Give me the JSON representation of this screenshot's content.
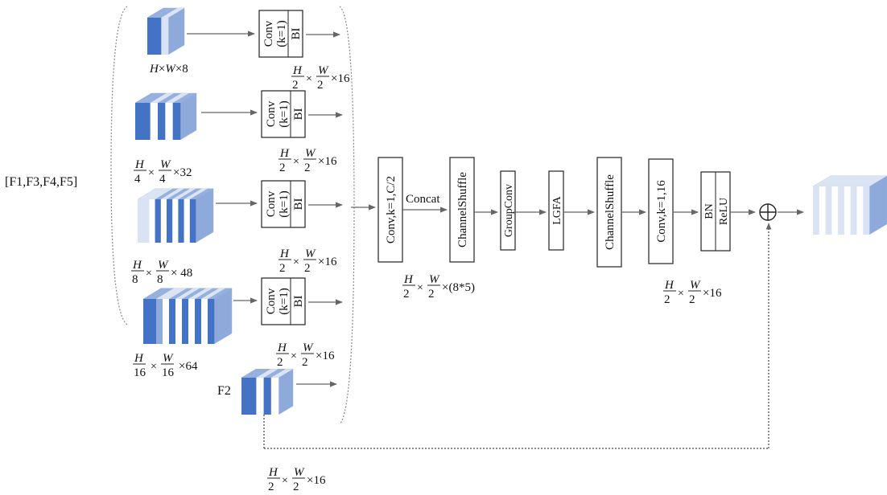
{
  "input_group_label": "[F1,F3,F4,F5]",
  "branches": [
    {
      "conv_label": "Conv",
      "conv_param": "(k=1)",
      "bi_label": "BI",
      "in_dims": "H×W×8",
      "out_frac": {
        "num1": "H",
        "den1": "2",
        "num2": "W",
        "den2": "2",
        "suffix": "×16"
      }
    },
    {
      "conv_label": "Conv",
      "conv_param": "(k=1)",
      "bi_label": "BI",
      "in_frac": {
        "num1": "H",
        "den1": "4",
        "num2": "W",
        "den2": "4",
        "suffix": "×32"
      },
      "out_frac": {
        "num1": "H",
        "den1": "2",
        "num2": "W",
        "den2": "2",
        "suffix": "×16"
      }
    },
    {
      "conv_label": "Conv",
      "conv_param": "(k=1)",
      "bi_label": "BI",
      "in_frac": {
        "num1": "H",
        "den1": "8",
        "num2": "W",
        "den2": "8",
        "suffix": "× 48"
      },
      "out_frac": {
        "num1": "H",
        "den1": "2",
        "num2": "W",
        "den2": "2",
        "suffix": "×16"
      }
    },
    {
      "conv_label": "Conv",
      "conv_param": "(k=1)",
      "bi_label": "BI",
      "in_frac": {
        "num1": "H",
        "den1": "16",
        "num2": "W",
        "den2": "16",
        "suffix": "×64"
      },
      "out_frac": {
        "num1": "H",
        "den1": "2",
        "num2": "W",
        "den2": "2",
        "suffix": "×16"
      }
    }
  ],
  "f2_label": "F2",
  "f2_frac": {
    "num1": "H",
    "den1": "2",
    "num2": "W",
    "den2": "2",
    "suffix": "×16"
  },
  "concat_label": "Concat",
  "concat_frac": {
    "num1": "H",
    "den1": "2",
    "num2": "W",
    "den2": "2",
    "suffix": "×(8*5)"
  },
  "pipeline": {
    "conv1": "Conv,k=1,C/2",
    "shuffle1": "ChannelShuffle",
    "groupconv": "GroupConv",
    "lgfa": "LGFA",
    "shuffle2": "ChannelShuffle",
    "conv2": "Conv,k=1,16",
    "bn": "BN",
    "relu": "ReLU"
  },
  "out_frac": {
    "num1": "H",
    "den1": "2",
    "num2": "W",
    "den2": "2",
    "suffix": "×16"
  },
  "add_symbol": "⊕",
  "colors": {
    "dark_blue": "#4472c4",
    "mid_blue": "#8eaadb",
    "light_blue": "#dae3f3",
    "white": "#ffffff",
    "line": "#666666"
  }
}
